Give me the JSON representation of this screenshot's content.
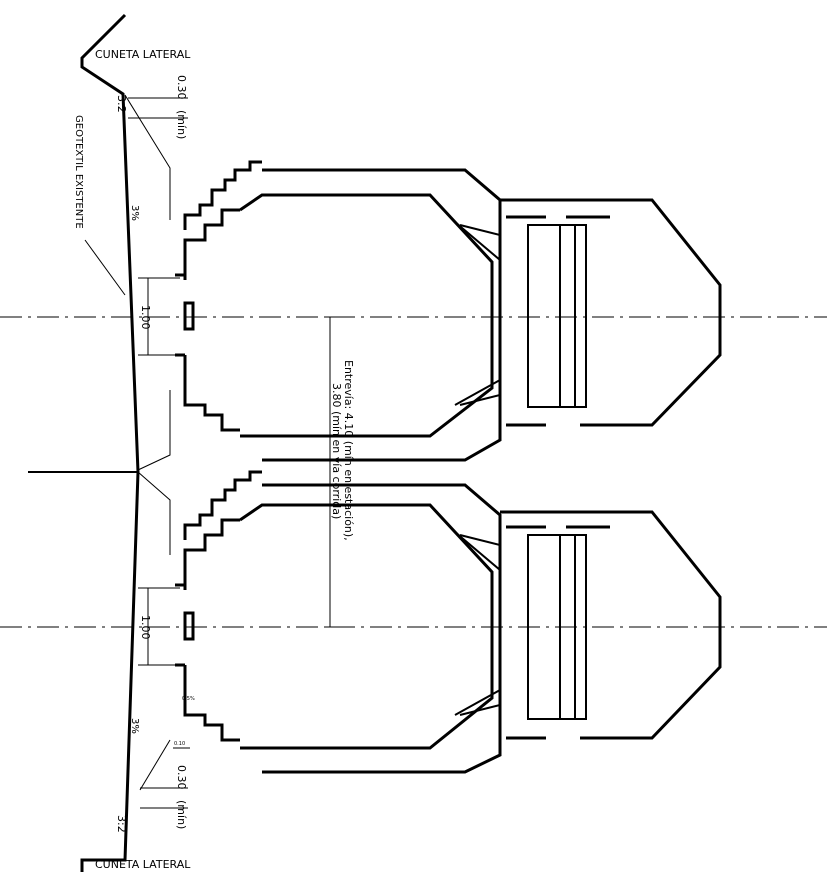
{
  "labels": {
    "cuneta_top": "CUNETA LATERAL",
    "cuneta_bottom": "CUNETA LATERAL",
    "slope_top": "3:2",
    "slope_bottom": "3:2",
    "geotextil": "GEOTEXTIL EXISTENTE",
    "dim_030_top": "0.30",
    "min_top": "(mín)",
    "dim_030_bottom": "0.30",
    "min_bottom": "(mín)",
    "pct_top": "3%",
    "pct_bottom": "3%",
    "dim_100_top": "1.00",
    "dim_100_bottom": "1.00",
    "entrevia_line1": "Entrevía: 4.10 (mín en estación),",
    "entrevia_line2": "3.80 (mín en vía corrida)",
    "small_010": "0.10",
    "small_tag": "0.5%"
  }
}
